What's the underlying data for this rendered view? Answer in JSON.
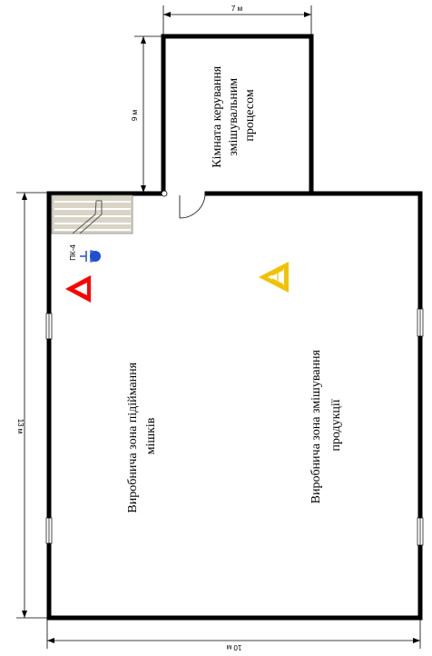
{
  "dimensions": {
    "top_width": "7 м",
    "room_height": "9 м",
    "left_height": "13 м",
    "bottom_width": "10 м"
  },
  "rooms": {
    "control_room": [
      "Кімната керування",
      "змішувальним",
      "процесом"
    ],
    "lifting_zone": [
      "Виробнича зона підіймання",
      "мішків"
    ],
    "mixing_zone": [
      "Виробнича зона змішування",
      "продукції"
    ]
  },
  "equipment": {
    "fire_point_label": "ПК-4"
  },
  "colors": {
    "wall": "#000000",
    "fire_point": "#1f4fd1",
    "warning_red": "#ff0000",
    "warning_yellow": "#f2c200",
    "stairs": "#d9d4c6"
  }
}
